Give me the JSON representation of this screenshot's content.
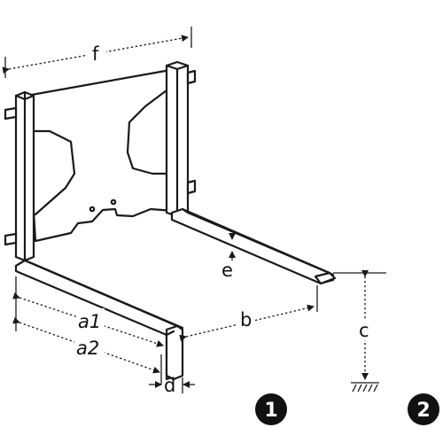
{
  "labels": {
    "f": "f",
    "a1": "a1",
    "a2": "a2",
    "b": "b",
    "c": "c",
    "d": "d",
    "e": "e"
  },
  "badges": [
    "1",
    "2"
  ]
}
